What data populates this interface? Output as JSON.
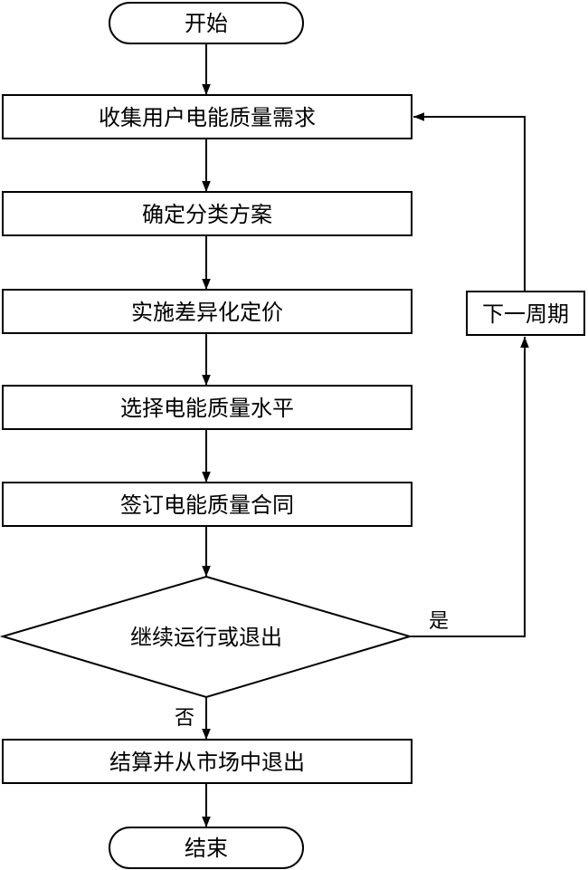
{
  "nodes": {
    "start": "开始",
    "collect": "收集用户电能质量需求",
    "classify": "确定分类方案",
    "pricing": "实施差异化定价",
    "select": "选择电能质量水平",
    "contract": "签订电能质量合同",
    "decision": "继续运行或退出",
    "settle": "结算并从市场中退出",
    "end": "结束",
    "next_period": "下一周期"
  },
  "edges": {
    "yes": "是",
    "no": "否"
  }
}
